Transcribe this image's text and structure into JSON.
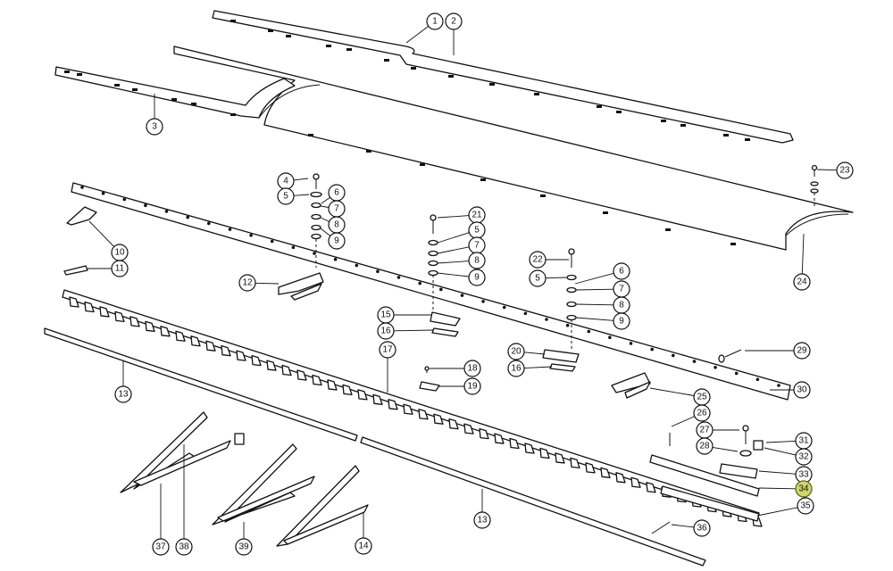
{
  "diagram": {
    "highlight_color": "#cfd66a",
    "callouts": [
      {
        "label": "1"
      },
      {
        "label": "2"
      },
      {
        "label": "3"
      },
      {
        "label": "4"
      },
      {
        "label": "5"
      },
      {
        "label": "6"
      },
      {
        "label": "7"
      },
      {
        "label": "8"
      },
      {
        "label": "9"
      },
      {
        "label": "10"
      },
      {
        "label": "11"
      },
      {
        "label": "12"
      },
      {
        "label": "13"
      },
      {
        "label": "13"
      },
      {
        "label": "15"
      },
      {
        "label": "16"
      },
      {
        "label": "17"
      },
      {
        "label": "21"
      },
      {
        "label": "5"
      },
      {
        "label": "7"
      },
      {
        "label": "8"
      },
      {
        "label": "9"
      },
      {
        "label": "22"
      },
      {
        "label": "5"
      },
      {
        "label": "6"
      },
      {
        "label": "7"
      },
      {
        "label": "8"
      },
      {
        "label": "9"
      },
      {
        "label": "20"
      },
      {
        "label": "16"
      },
      {
        "label": "18"
      },
      {
        "label": "19"
      },
      {
        "label": "23"
      },
      {
        "label": "24"
      },
      {
        "label": "29"
      },
      {
        "label": "30"
      },
      {
        "label": "25"
      },
      {
        "label": "26"
      },
      {
        "label": "27"
      },
      {
        "label": "28"
      },
      {
        "label": "31"
      },
      {
        "label": "32"
      },
      {
        "label": "33"
      },
      {
        "label": "34",
        "highlighted": true
      },
      {
        "label": "35"
      },
      {
        "label": "36"
      },
      {
        "label": "37"
      },
      {
        "label": "38"
      },
      {
        "label": "39"
      },
      {
        "label": "14"
      }
    ]
  }
}
